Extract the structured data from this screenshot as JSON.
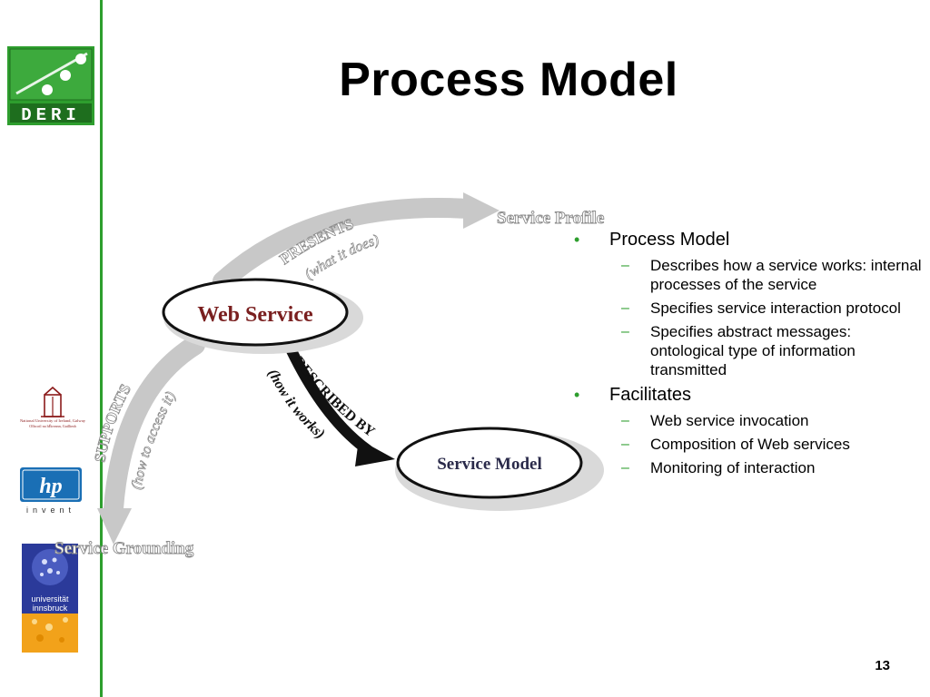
{
  "slide": {
    "title": "Process Model",
    "page_number": "13"
  },
  "logos": {
    "deri_text": "DERI",
    "galway_line1": "National University of Ireland, Galway",
    "galway_line2": "Ollscoil na hÉireann, Gaillimh",
    "hp_mark": "hp",
    "hp_tagline": "invent",
    "ibk_line1": "universität",
    "ibk_line2": "innsbruck"
  },
  "diagram": {
    "node_web_service": "Web Service",
    "node_service_model": "Service Model",
    "label_service_profile": "Service Profile",
    "label_service_grounding": "Service Grounding",
    "edge_presents": "PRESENTS",
    "edge_presents_sub": "(what it does)",
    "edge_described_by": "DESCRIBED BY",
    "edge_described_by_sub": "(how it works)",
    "edge_supports": "SUPPORTS",
    "edge_supports_sub": "(how to access it)"
  },
  "content": {
    "bullets": [
      {
        "text": "Process Model",
        "sub": [
          "Describes how a service works: internal processes of the service",
          "Specifies service interaction protocol",
          "Specifies abstract messages: ontological type of information transmitted"
        ]
      },
      {
        "text": "Facilitates",
        "sub": [
          "Web service invocation",
          "Composition of Web services",
          "Monitoring of interaction"
        ]
      }
    ]
  },
  "colors": {
    "accent_green": "#2e9e2e",
    "diagram_grey": "#a8a8a8",
    "web_service_text": "#7a1f1f",
    "service_model_text": "#2a2a4a"
  }
}
